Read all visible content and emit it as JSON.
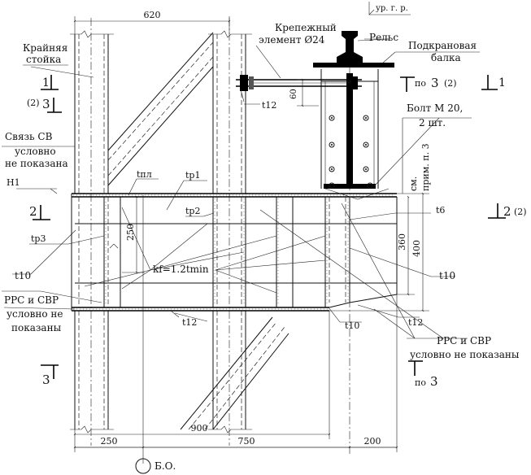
{
  "labels": {
    "dim_top": "620",
    "ur_gr": "ур. г. р.",
    "krep_l1": "Крепежный",
    "krep_l2": "элемент Ø24",
    "rels": "Рельс",
    "podkr_l1": "Подкрановая",
    "podkr_l2": "балка",
    "krainyaya_l1": "Крайняя",
    "krainyaya_l2": "стойка",
    "sec1": "1",
    "sec2": "2",
    "sec3": "3",
    "po": "по",
    "paren2": "(2)",
    "t12": "t12",
    "dim60": "60",
    "bolt_l1": "Болт М 20,",
    "bolt_l2": "2 шт.",
    "svyaz_l1": "Связь СВ",
    "svyaz_l2": "условно",
    "svyaz_l3": "не показана",
    "h1": "Н1",
    "tpl": "tпл",
    "tp1": "tр1",
    "tp2": "tр2",
    "tp3": "tр3",
    "sm_l1": "см.",
    "sm_l2": "прим. п. 3",
    "t6": "t6",
    "t10": "t10",
    "dim250v": "250",
    "dim360": "360",
    "dim400": "400",
    "kf": "kf=1.2tmin",
    "rrs_left_l1": "РРС и СВР",
    "rrs_left_l2": "условно не",
    "rrs_left_l3": "показаны",
    "rrs_right_l1": "РРС и СВР",
    "rrs_right_l2": "условно не показаны",
    "dim900": "900",
    "dim250": "250",
    "dim750": "750",
    "dim200": "200",
    "bo": "Б.О."
  }
}
